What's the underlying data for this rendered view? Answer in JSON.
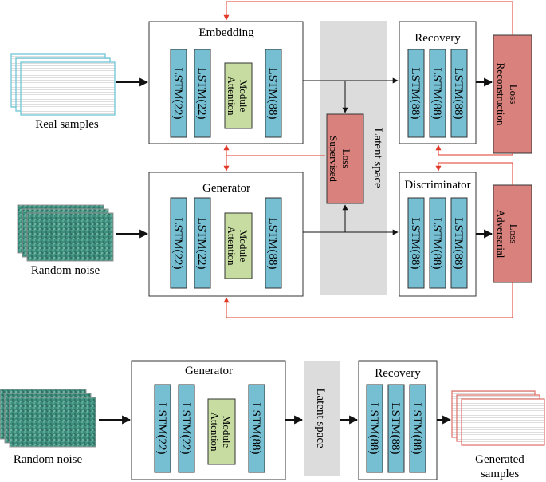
{
  "top_section": {
    "real_samples_label": "Real samples",
    "random_noise_label": "Random noise",
    "embedding": {
      "title": "Embedding",
      "lstm_1": "LSTM(22)",
      "lstm_2": "LSTM(22)",
      "attention": [
        "Attention",
        "Module"
      ],
      "lstm_3": "LSTM(88)"
    },
    "generator": {
      "title": "Generator",
      "lstm_1": "LSTM(22)",
      "lstm_2": "LSTM(22)",
      "attention": [
        "Attention",
        "Module"
      ],
      "lstm_3": "LSTM(88)"
    },
    "latent_space_label": "Latent space",
    "supervised_loss": [
      "Supervised",
      "Loss"
    ],
    "recovery": {
      "title": "Recovery",
      "lstm_1": "LSTM(88)",
      "lstm_2": "LSTM(88)",
      "lstm_3": "LSTM(88)"
    },
    "discriminator": {
      "title": "Discriminator",
      "lstm_1": "LSTM(88)",
      "lstm_2": "LSTM(88)",
      "lstm_3": "LSTM(88)"
    },
    "reconstruction_loss": [
      "Reconstruction",
      "Loss"
    ],
    "adversarial_loss": [
      "Adversarial",
      "Loss"
    ]
  },
  "bottom_section": {
    "random_noise_label": "Random noise",
    "generator": {
      "title": "Generator",
      "lstm_1": "LSTM(22)",
      "lstm_2": "LSTM(22)",
      "attention": [
        "Attention",
        "Module"
      ],
      "lstm_3": "LSTM(88)"
    },
    "latent_space_label": "Latent space",
    "recovery": {
      "title": "Recovery",
      "lstm_1": "LSTM(88)",
      "lstm_2": "LSTM(88)",
      "lstm_3": "LSTM(88)"
    },
    "generated_samples_label": [
      "Generated",
      "samples"
    ]
  },
  "colors": {
    "lstm_fill": "#76bfd3",
    "attention_fill": "#c6dca0",
    "loss_fill": "#d9817c",
    "latent_fill": "#dcdcdc",
    "feedback_arrow": "#e23a2a",
    "noise_fill": "#3f8f80",
    "real_sample_border": "#6fc6d6",
    "generated_sample_border": "#e07a72"
  }
}
